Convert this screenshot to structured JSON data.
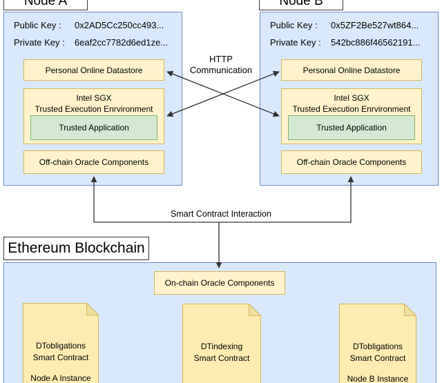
{
  "node_a": {
    "title": "Node A",
    "public_key_label": "Public Key :",
    "public_key_value": "0x2AD5Cc250cc493...",
    "private_key_label": "Private Key :",
    "private_key_value": "6eaf2cc7782d6ed1ze...",
    "datastore": "Personal Online Datastore",
    "sgx_title": "Intel SGX",
    "sgx_subtitle": "Trusted Execution Enrvironment",
    "trusted_app": "Trusted Application",
    "offchain": "Off-chain Oracle Components"
  },
  "node_b": {
    "title": "Node B",
    "public_key_label": "Public Key :",
    "public_key_value": "0x5ZF2Be527wt864...",
    "private_key_label": "Private Key :",
    "private_key_value": "542bc886f46562191...",
    "datastore": "Personal Online Datastore",
    "sgx_title": "Intel SGX",
    "sgx_subtitle": "Trusted Execution Enrvironment",
    "trusted_app": "Trusted Application",
    "offchain": "Off-chain Oracle Components"
  },
  "connections": {
    "http_line1": "HTTP",
    "http_line2": "Communication",
    "smart_contract": "Smart Contract Interaction"
  },
  "ethereum": {
    "title": "Ethereum Blockchain",
    "onchain": "On-chain Oracle Components",
    "contracts": [
      {
        "name": "DTobligations",
        "type": "Smart Contract",
        "instance": "Node A Instance"
      },
      {
        "name": "DTindexing",
        "type": "Smart Contract",
        "instance": ""
      },
      {
        "name": "DTobligations",
        "type": "Smart Contract",
        "instance": "Node B Instance"
      }
    ]
  },
  "colors": {
    "container_fill": "#dae8fc",
    "container_border": "#6c8ebf",
    "box_fill": "#fff2cc",
    "box_border": "#d6b656",
    "trusted_fill": "#d5e8d4",
    "trusted_border": "#82b366",
    "document_fill": "#fbecb2",
    "document_fold": "#f0dfa2",
    "arrow": "#333333"
  }
}
